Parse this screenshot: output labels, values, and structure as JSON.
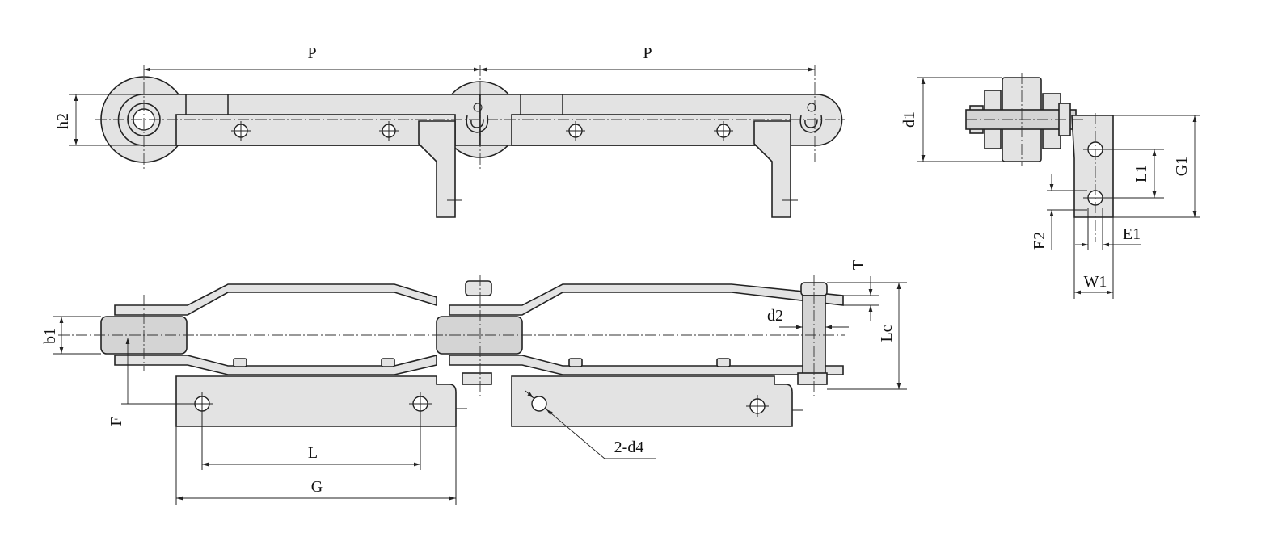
{
  "labels": {
    "p_left": "P",
    "p_right": "P",
    "h2": "h2",
    "d1": "d1",
    "l1": "L1",
    "g1": "G1",
    "e2": "E2",
    "e1": "E1",
    "w1": "W1",
    "t": "T",
    "d2": "d2",
    "lc": "Lc",
    "b1": "b1",
    "f": "F",
    "l": "L",
    "g": "G",
    "d4": "2-d4"
  }
}
